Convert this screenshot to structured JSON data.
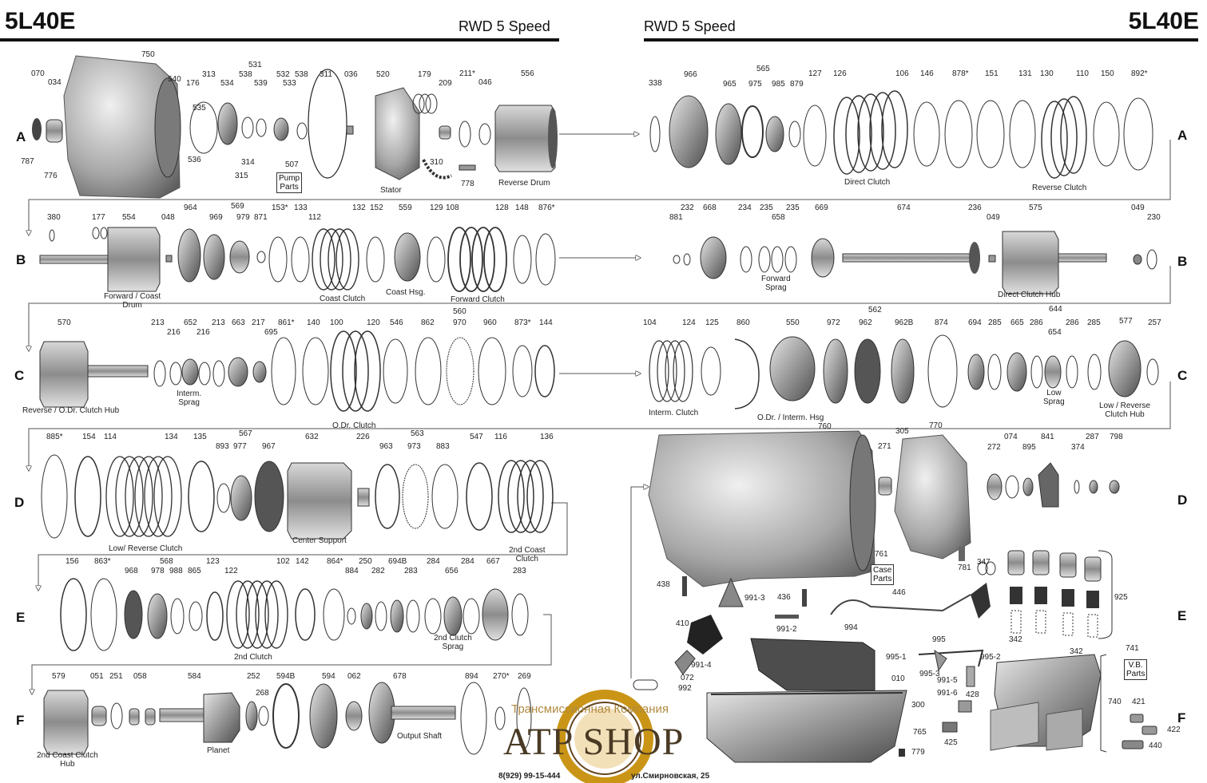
{
  "header": {
    "model_left": "5L40E",
    "model_right": "5L40E",
    "subtitle_left": "RWD 5 Speed",
    "subtitle_right": "RWD 5 Speed"
  },
  "rows": {
    "A": "A",
    "B": "B",
    "C": "C",
    "D": "D",
    "E": "E",
    "F": "F"
  },
  "part_numbers": {
    "r1": [
      "070",
      "034",
      "787",
      "776",
      "750",
      "540",
      "176",
      "313",
      "535",
      "538",
      "534",
      "539",
      "531",
      "532",
      "533",
      "538",
      "536",
      "314",
      "315",
      "507",
      "311",
      "036",
      "520",
      "179",
      "209",
      "211*",
      "046",
      "310",
      "778",
      "556",
      "338",
      "966",
      "565",
      "965",
      "975",
      "985",
      "879",
      "127",
      "126",
      "106",
      "146",
      "878*",
      "151",
      "131",
      "130",
      "110",
      "150",
      "892*"
    ],
    "r2": [
      "380",
      "177",
      "554",
      "048",
      "964",
      "569",
      "969",
      "979",
      "871",
      "153*",
      "133",
      "112",
      "132",
      "152",
      "559",
      "129",
      "108",
      "128",
      "148",
      "876*",
      "881",
      "232",
      "668",
      "234",
      "235",
      "658",
      "235",
      "669",
      "674",
      "236",
      "049",
      "575",
      "049",
      "230"
    ],
    "r3": [
      "570",
      "213",
      "216",
      "652",
      "216",
      "213",
      "663",
      "217",
      "695",
      "861*",
      "140",
      "100",
      "120",
      "546",
      "560",
      "862",
      "970",
      "960",
      "873*",
      "144",
      "104",
      "124",
      "125",
      "860",
      "550",
      "562",
      "972",
      "962",
      "962B",
      "874",
      "644",
      "694",
      "285",
      "665",
      "286",
      "654",
      "286",
      "285",
      "577",
      "257"
    ],
    "r4": [
      "885*",
      "154",
      "114",
      "134",
      "135",
      "567",
      "893",
      "977",
      "967",
      "632",
      "226",
      "563",
      "963",
      "973",
      "883",
      "547",
      "116",
      "136",
      "760",
      "305",
      "770",
      "271",
      "272",
      "074",
      "895",
      "841",
      "374",
      "287",
      "798"
    ],
    "r5": [
      "156",
      "863*",
      "568",
      "968",
      "978",
      "988",
      "865",
      "123",
      "122",
      "102",
      "142",
      "864*",
      "884",
      "250",
      "282",
      "694B",
      "283",
      "284",
      "656",
      "284",
      "667",
      "283",
      "761",
      "781",
      "438",
      "991-3",
      "436",
      "446",
      "347",
      "925",
      "410",
      "991-2",
      "994",
      "995",
      "995-1",
      "995-3",
      "995-2",
      "342",
      "342",
      "991-5",
      "991-4",
      "072",
      "992",
      "010",
      "991-6",
      "428",
      "741"
    ],
    "r6": [
      "579",
      "051",
      "251",
      "058",
      "584",
      "252",
      "268",
      "594B",
      "594",
      "062",
      "678",
      "894",
      "270*",
      "269",
      "300",
      "765",
      "779",
      "425",
      "740",
      "421",
      "422",
      "440"
    ]
  },
  "captions": {
    "pump_parts": "Pump\nParts",
    "stator": "Stator",
    "reverse_drum": "Reverse Drum",
    "direct_clutch": "Direct Clutch",
    "reverse_clutch": "Reverse Clutch",
    "forward_coast_drum": "Forward / Coast\nDrum",
    "coast_clutch": "Coast Clutch",
    "coast_hsg": "Coast Hsg.",
    "forward_clutch": "Forward Clutch",
    "forward_sprag": "Forward\nSprag",
    "direct_clutch_hub": "Direct Clutch Hub",
    "reverse_odr_hub": "Reverse / O.Dr. Clutch Hub",
    "interm_sprag": "Interm.\nSprag",
    "odr_clutch": "O.Dr. Clutch",
    "interm_clutch": "Interm. Clutch",
    "odr_interm_hsg": "O.Dr. / Interm. Hsg",
    "low_sprag": "Low\nSprag",
    "low_reverse_hub": "Low / Reverse\nClutch Hub",
    "low_reverse_clutch": "Low/ Reverse Clutch",
    "center_support": "Center Support",
    "second_coast_clutch": "2nd Coast\nClutch",
    "case_parts": "Case\nParts",
    "second_clutch": "2nd Clutch",
    "second_clutch_sprag": "2nd Clutch\nSprag",
    "vb_parts": "V.B.\nParts",
    "second_coast_hub": "2nd Coast Clutch\nHub",
    "planet": "Planet",
    "output_shaft": "Output Shaft"
  },
  "watermark": {
    "company": "Трансмиссионная Компания",
    "brand": "ATP SHOP",
    "phone": "8(929) 99-15-444",
    "address": "ул.Смирновская, 25"
  },
  "colors": {
    "ink": "#111111",
    "metal": "#9a9a9a",
    "metal_dark": "#555555",
    "ring": "#222222",
    "logo_gold": "#c8900a",
    "logo_brown": "#5b3b12"
  }
}
